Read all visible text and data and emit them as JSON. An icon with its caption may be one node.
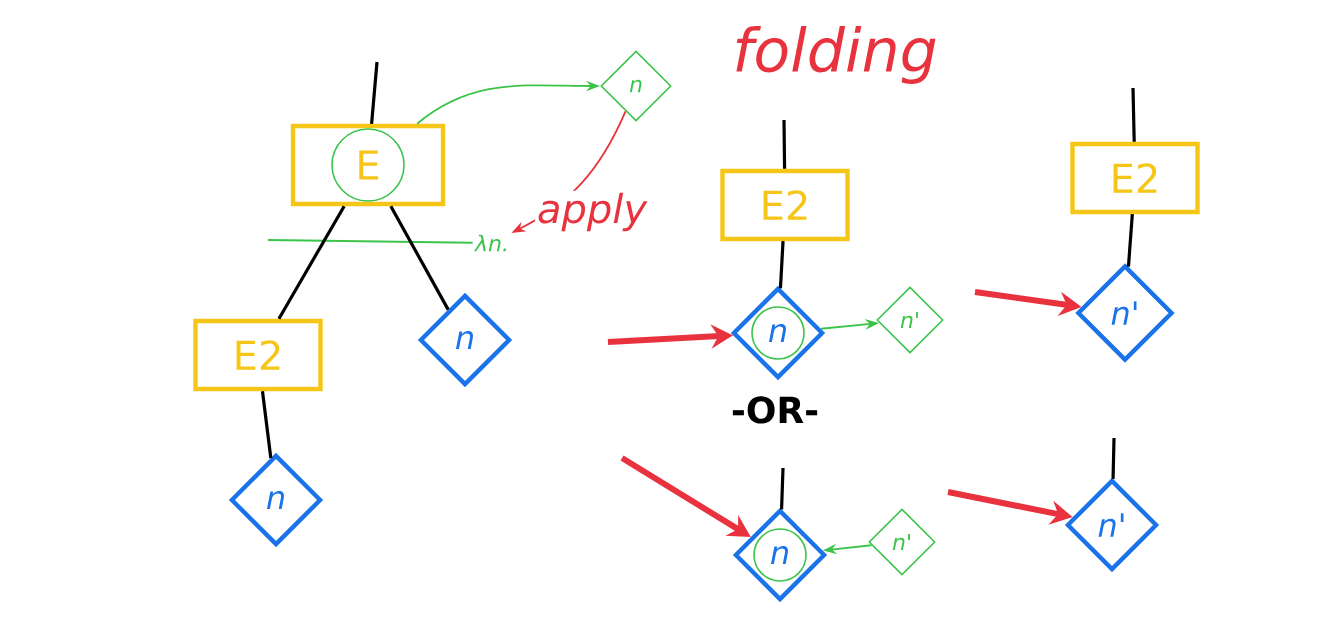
{
  "diagram": {
    "title": "folding",
    "nodes": [
      {
        "text": [
          "E"
        ]
      },
      {
        "text": [
          "n"
        ]
      },
      {
        "text": [
          "λn."
        ]
      },
      {
        "text": [
          "E2"
        ]
      },
      {
        "text": [
          "n"
        ]
      },
      {
        "text": [
          "n"
        ]
      },
      {
        "text": [
          "E2"
        ]
      },
      {
        "text": [
          "n"
        ]
      },
      {
        "text": [
          "n'"
        ]
      },
      {
        "text": [
          "E2"
        ]
      },
      {
        "text": [
          "n'"
        ]
      },
      {
        "text": [
          "n"
        ]
      },
      {
        "text": [
          "n'"
        ]
      },
      {
        "text": [
          "n'"
        ]
      }
    ],
    "edges": [
      {
        "from": null,
        "to": 0,
        "arrow": "none"
      },
      {
        "from": 0,
        "to": 1,
        "arrow": "to",
        "color": "#3cc34a"
      },
      {
        "from": 1,
        "to": 2,
        "arrow": "to",
        "label": "apply",
        "color": "#e8333f"
      },
      {
        "from": 2,
        "to": null,
        "arrow": "none",
        "color": "#3cc34a"
      },
      {
        "from": 0,
        "to": 3,
        "arrow": "none"
      },
      {
        "from": 0,
        "to": 4,
        "arrow": "none"
      },
      {
        "from": 3,
        "to": 5,
        "arrow": "none"
      },
      {
        "from": null,
        "to": 7,
        "arrow": "to",
        "style": "thick",
        "color": "#e8333f"
      },
      {
        "from": null,
        "to": 11,
        "arrow": "to",
        "style": "thick",
        "color": "#e8333f"
      },
      {
        "from": null,
        "to": 6,
        "arrow": "none"
      },
      {
        "from": 6,
        "to": 7,
        "arrow": "none"
      },
      {
        "from": 7,
        "to": 8,
        "arrow": "to",
        "color": "#3cc34a"
      },
      {
        "from": null,
        "to": 10,
        "arrow": "to",
        "style": "thick",
        "color": "#e8333f"
      },
      {
        "from": null,
        "to": 9,
        "arrow": "none"
      },
      {
        "from": 9,
        "to": 10,
        "arrow": "none"
      },
      {
        "from": null,
        "to": 11,
        "arrow": "none"
      },
      {
        "from": 12,
        "to": 11,
        "arrow": "to",
        "color": "#3cc34a"
      },
      {
        "from": null,
        "to": 13,
        "arrow": "to",
        "style": "thick",
        "color": "#e8333f"
      },
      {
        "from": null,
        "to": 13,
        "arrow": "none"
      }
    ],
    "labels": [
      "-OR-"
    ]
  }
}
